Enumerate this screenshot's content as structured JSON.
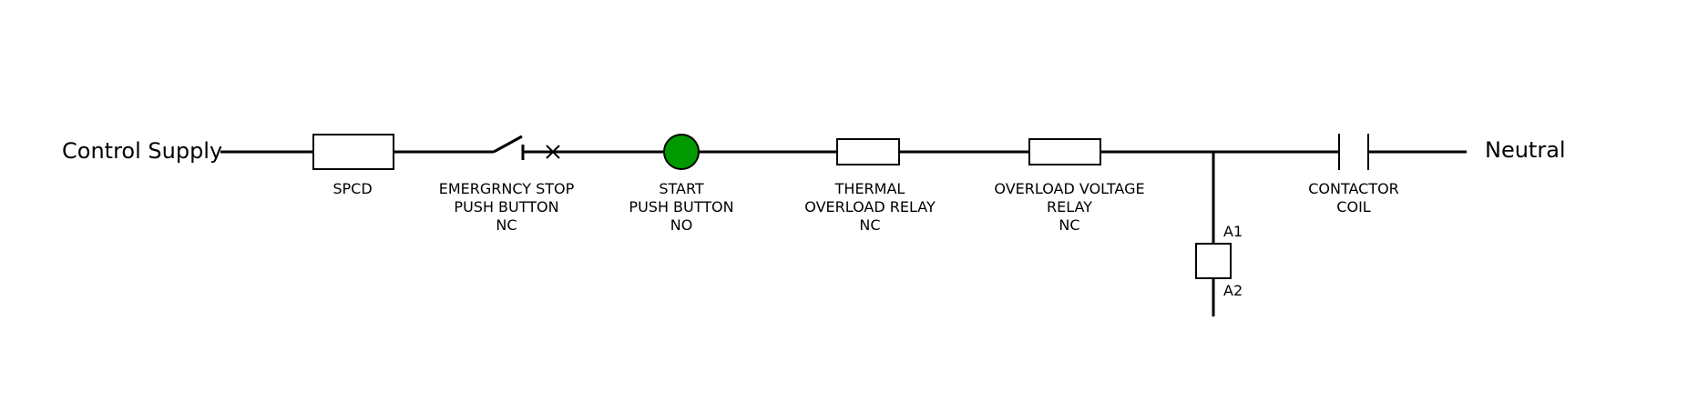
{
  "circuit": {
    "supply_label": "Control Supply",
    "neutral_label": "Neutral",
    "start_button_color": "#009900",
    "components": {
      "spcd": {
        "lines": [
          "SPCD"
        ]
      },
      "estop": {
        "lines": [
          "EMERGRNCY STOP",
          "PUSH BUTTON",
          "NC"
        ]
      },
      "start": {
        "lines": [
          "START",
          "PUSH BUTTON",
          "NO"
        ]
      },
      "thermal": {
        "lines": [
          "THERMAL",
          "OVERLOAD RELAY",
          "NC"
        ]
      },
      "ovr": {
        "lines": [
          "OVERLOAD VOLTAGE",
          "RELAY",
          "NC"
        ]
      },
      "contactor": {
        "lines": [
          "CONTACTOR",
          "COIL"
        ]
      }
    },
    "coil_terminals": {
      "top": "A1",
      "bottom": "A2"
    }
  }
}
